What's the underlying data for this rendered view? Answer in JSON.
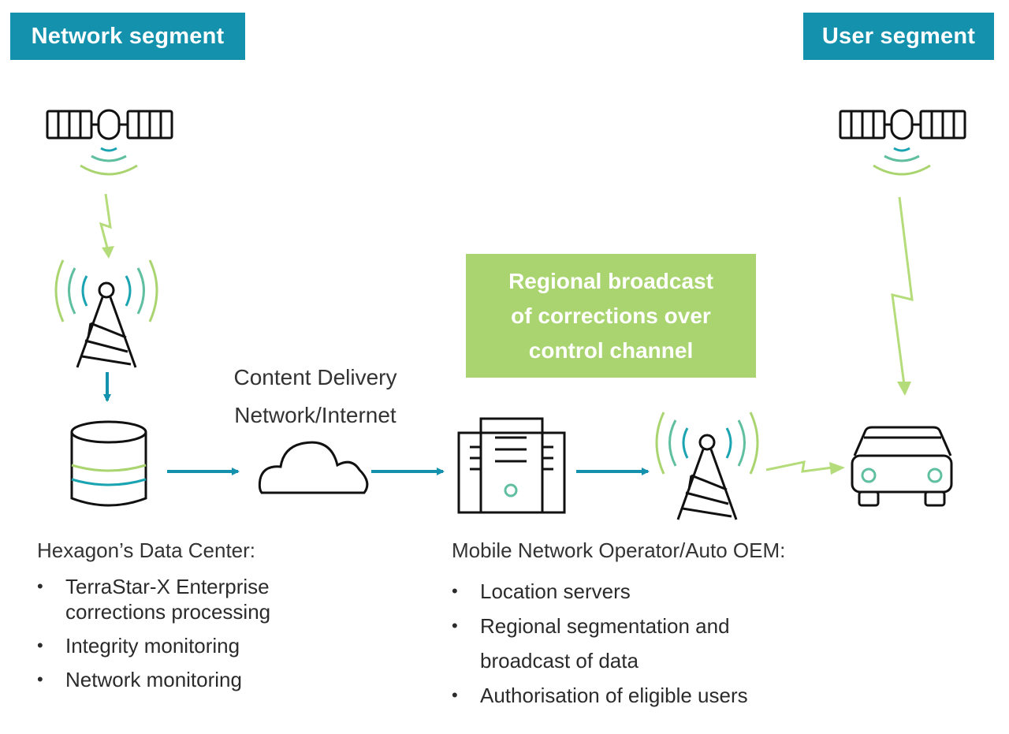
{
  "segments": {
    "network": "Network segment",
    "user": "User segment"
  },
  "callout": {
    "line1": "Regional broadcast",
    "line2": "of corrections over",
    "line3": "control channel"
  },
  "cdn": {
    "line1": "Content Delivery",
    "line2": "Network/Internet"
  },
  "data_center": {
    "title": "Hexagon’s Data Center:",
    "items": [
      "TerraStar-X Enterprise corrections processing",
      "Integrity monitoring",
      "Network monitoring"
    ]
  },
  "mno": {
    "title": "Mobile Network Operator/Auto OEM:",
    "items": [
      "Location servers",
      "Regional segmentation and broadcast of data",
      "Authorisation of eligible users"
    ]
  },
  "colors": {
    "teal": "#1491ad",
    "light_green": "#a9d46f",
    "signal_green": "#b5dc7a",
    "line_dark": "#111111"
  },
  "icons": [
    "satellite-icon",
    "cell-tower-icon",
    "database-icon",
    "cloud-icon",
    "server-building-icon",
    "car-icon",
    "arrow-icon",
    "lightning-link-icon"
  ]
}
